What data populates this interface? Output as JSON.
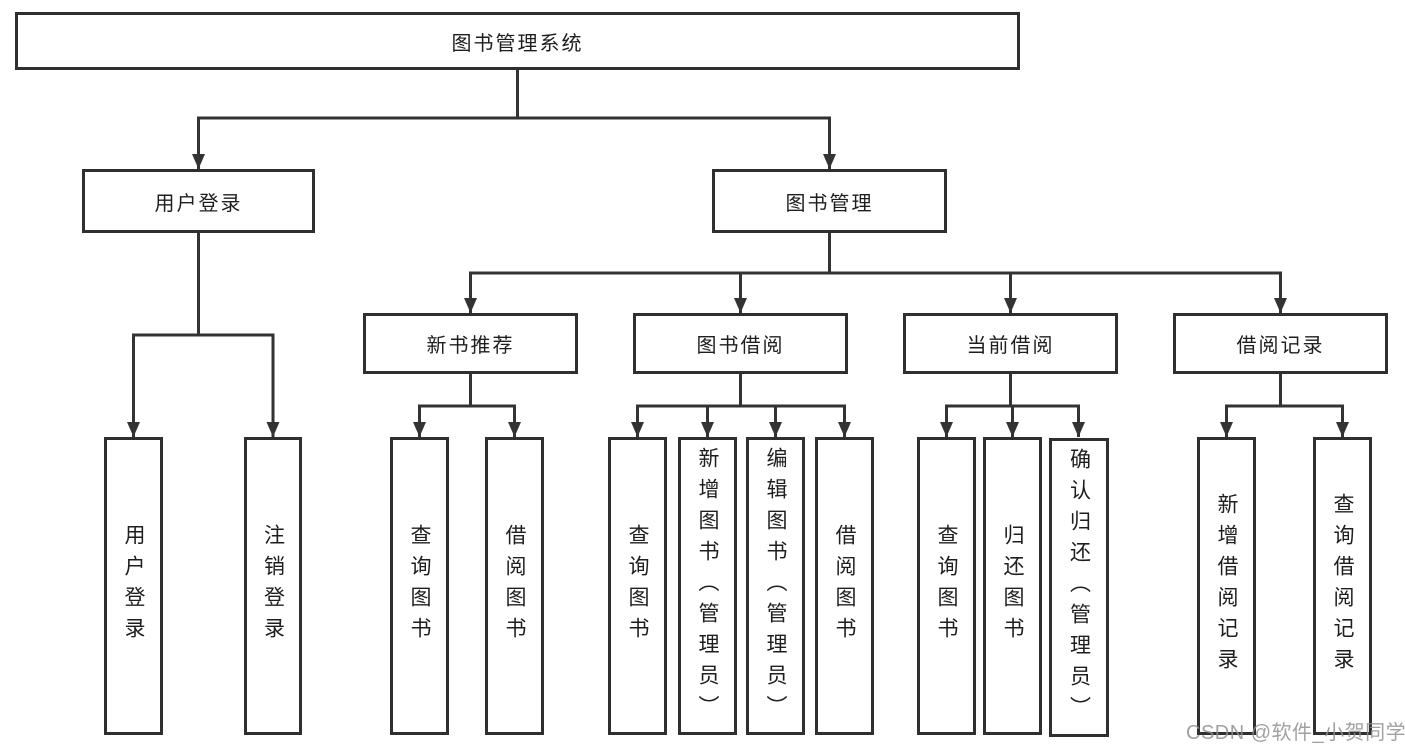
{
  "diagram_type": "hierarchy-tree",
  "colors": {
    "background": "#ffffff",
    "box_border": "#2f2f2f",
    "connector_line": "#333333",
    "text": "#1e1e1e",
    "watermark_text": "#919191"
  },
  "tree": {
    "label": "图书管理系统",
    "children": [
      {
        "label": "用户登录",
        "children": [
          {
            "label": "用户登录"
          },
          {
            "label": "注销登录"
          }
        ]
      },
      {
        "label": "图书管理",
        "children": [
          {
            "label": "新书推荐",
            "children": [
              {
                "label": "查询图书"
              },
              {
                "label": "借阅图书"
              }
            ]
          },
          {
            "label": "图书借阅",
            "children": [
              {
                "label": "查询图书"
              },
              {
                "label": "新增图书（管理员）"
              },
              {
                "label": "编辑图书（管理员）"
              },
              {
                "label": "借阅图书"
              }
            ]
          },
          {
            "label": "当前借阅",
            "children": [
              {
                "label": "查询图书"
              },
              {
                "label": "归还图书"
              },
              {
                "label": "确认归还（管理员）"
              }
            ]
          },
          {
            "label": "借阅记录",
            "children": [
              {
                "label": "新增借阅记录"
              },
              {
                "label": "查询借阅记录"
              }
            ]
          }
        ]
      }
    ]
  },
  "watermark": {
    "text": "CSDN @软件_小贺同学"
  }
}
